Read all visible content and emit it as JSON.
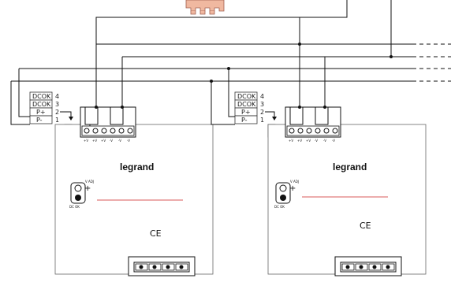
{
  "modules": [
    {
      "id": "left",
      "connector_rows": [
        {
          "label": "DCOK",
          "pin": "4"
        },
        {
          "label": "DCOK",
          "pin": "3"
        },
        {
          "label": "P+",
          "pin": "2"
        },
        {
          "label": "P-",
          "pin": "1"
        }
      ],
      "terminal_labels": [
        "+V",
        "+V",
        "+V",
        "-V",
        "-V",
        "-V"
      ],
      "brand": "legrand",
      "v_adj": "V ADJ",
      "dc_ok": "DC OK",
      "ce_mark": "CE"
    },
    {
      "id": "right",
      "connector_rows": [
        {
          "label": "DCOK",
          "pin": "4"
        },
        {
          "label": "DCOK",
          "pin": "3"
        },
        {
          "label": "P+",
          "pin": "2"
        },
        {
          "label": "P-",
          "pin": "1"
        }
      ],
      "terminal_labels": [
        "+V",
        "+V",
        "+V",
        "-V",
        "-V",
        "-V"
      ],
      "brand": "legrand",
      "v_adj": "V ADJ",
      "dc_ok": "DC OK",
      "ce_mark": "CE"
    }
  ],
  "colors": {
    "wire": "#111111",
    "accent_line": "#cc2222",
    "connector_hand": "#e8a890"
  }
}
